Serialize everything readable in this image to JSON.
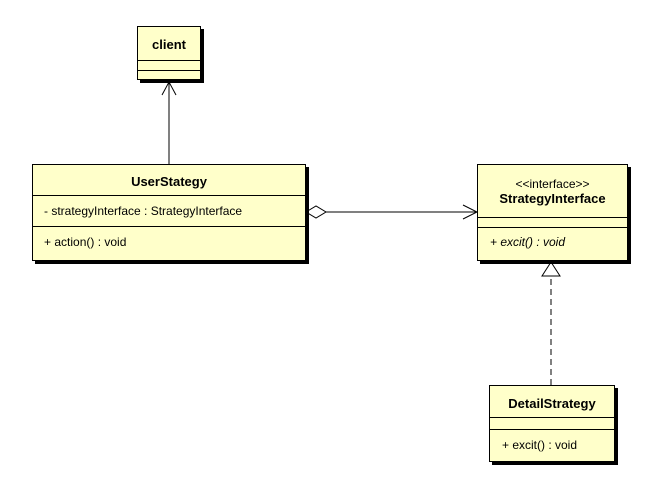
{
  "classes": {
    "client": {
      "name": "client"
    },
    "user_strategy": {
      "name": "UserStategy",
      "attribute": "- strategyInterface : StrategyInterface",
      "operation": "+ action() : void"
    },
    "strategy_interface": {
      "stereotype": "<<interface>>",
      "name": "StrategyInterface",
      "operation": "+ excit() : void"
    },
    "detail_strategy": {
      "name": "DetailStrategy",
      "operation": "+ excit() : void"
    }
  },
  "relations": [
    {
      "kind": "dependency",
      "from": "UserStategy",
      "to": "client",
      "line": "solid",
      "head": "open-arrow"
    },
    {
      "kind": "aggregation",
      "from": "UserStategy",
      "to": "StrategyInterface",
      "line": "solid",
      "head": "open-arrow",
      "tail": "hollow-diamond"
    },
    {
      "kind": "realization",
      "from": "DetailStrategy",
      "to": "StrategyInterface",
      "line": "dashed",
      "head": "hollow-triangle"
    }
  ],
  "colors": {
    "class_fill": "#ffffca",
    "line": "#000000",
    "background": "#ffffff"
  }
}
